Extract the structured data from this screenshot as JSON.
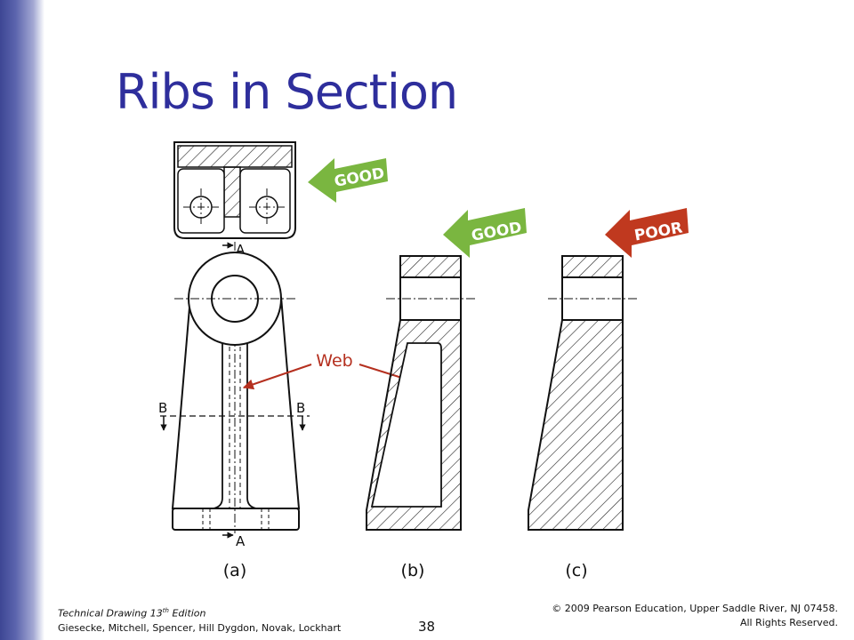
{
  "slide": {
    "title": "Ribs in Section",
    "page_number": "38"
  },
  "figure": {
    "view_labels": [
      "(a)",
      "(b)",
      "(c)"
    ],
    "cut_letter_a": "A",
    "cut_letter_b": "B",
    "web_label": "Web",
    "tags": {
      "good_top": "GOOD",
      "good_b": "GOOD",
      "poor_c": "POOR"
    },
    "colors": {
      "good": "#7ab640",
      "poor": "#c0391f",
      "web_arrow": "#b5301f",
      "title": "#2e2e9c"
    }
  },
  "footer": {
    "book_title": "Technical Drawing  13",
    "book_sup": "th",
    "book_edition": " Edition",
    "authors": "Giesecke, Mitchell, Spencer, Hill Dygdon, Novak, Lockhart",
    "copyright": "© 2009 Pearson Education, Upper Saddle River, NJ 07458.",
    "rights": "All Rights Reserved."
  }
}
